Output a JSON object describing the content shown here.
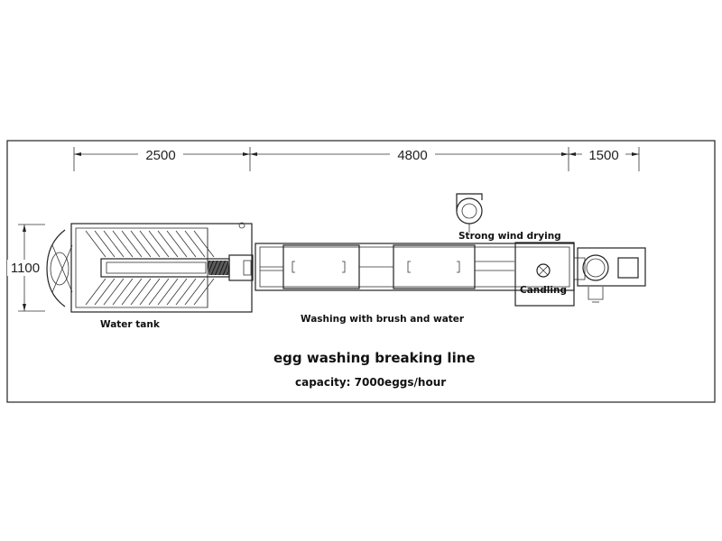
{
  "dimensions": {
    "tank_length": "2500",
    "washer_length": "4800",
    "candling_length": "1500",
    "width": "1100"
  },
  "labels": {
    "water_tank": "Water tank",
    "washing": "Washing with brush and water",
    "drying": "Strong wind drying",
    "candling": "Candling"
  },
  "title": "egg washing breaking line",
  "capacity": "capacity: 7000eggs/hour"
}
